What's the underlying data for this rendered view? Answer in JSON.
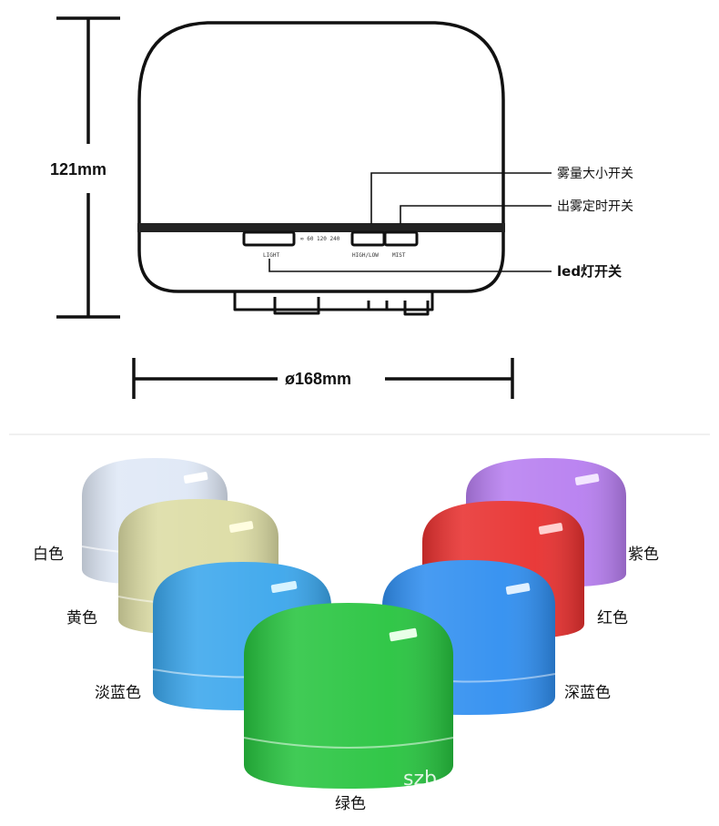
{
  "dimensions": {
    "height_label": "121mm",
    "diameter_label": "ø168mm"
  },
  "callouts": {
    "mist_volume_switch": "雾量大小开关",
    "mist_timer_switch": "出雾定时开关",
    "led_switch": "led灯开关"
  },
  "panel_markings": {
    "light": "LIGHT",
    "high_low": "HIGH/LOW",
    "mist": "MIST",
    "timer_marks": "∞ 60 120 240"
  },
  "color_variants": [
    {
      "label": "白色",
      "color": "#dfe8f6"
    },
    {
      "label": "黄色",
      "color": "#dcdca4"
    },
    {
      "label": "淡蓝色",
      "color": "#3aa6ec"
    },
    {
      "label": "绿色",
      "color": "#27c43f"
    },
    {
      "label": "深蓝色",
      "color": "#2f8ef0"
    },
    {
      "label": "红色",
      "color": "#e8302f"
    },
    {
      "label": "紫色",
      "color": "#b77ef0"
    }
  ],
  "watermark": "szb"
}
